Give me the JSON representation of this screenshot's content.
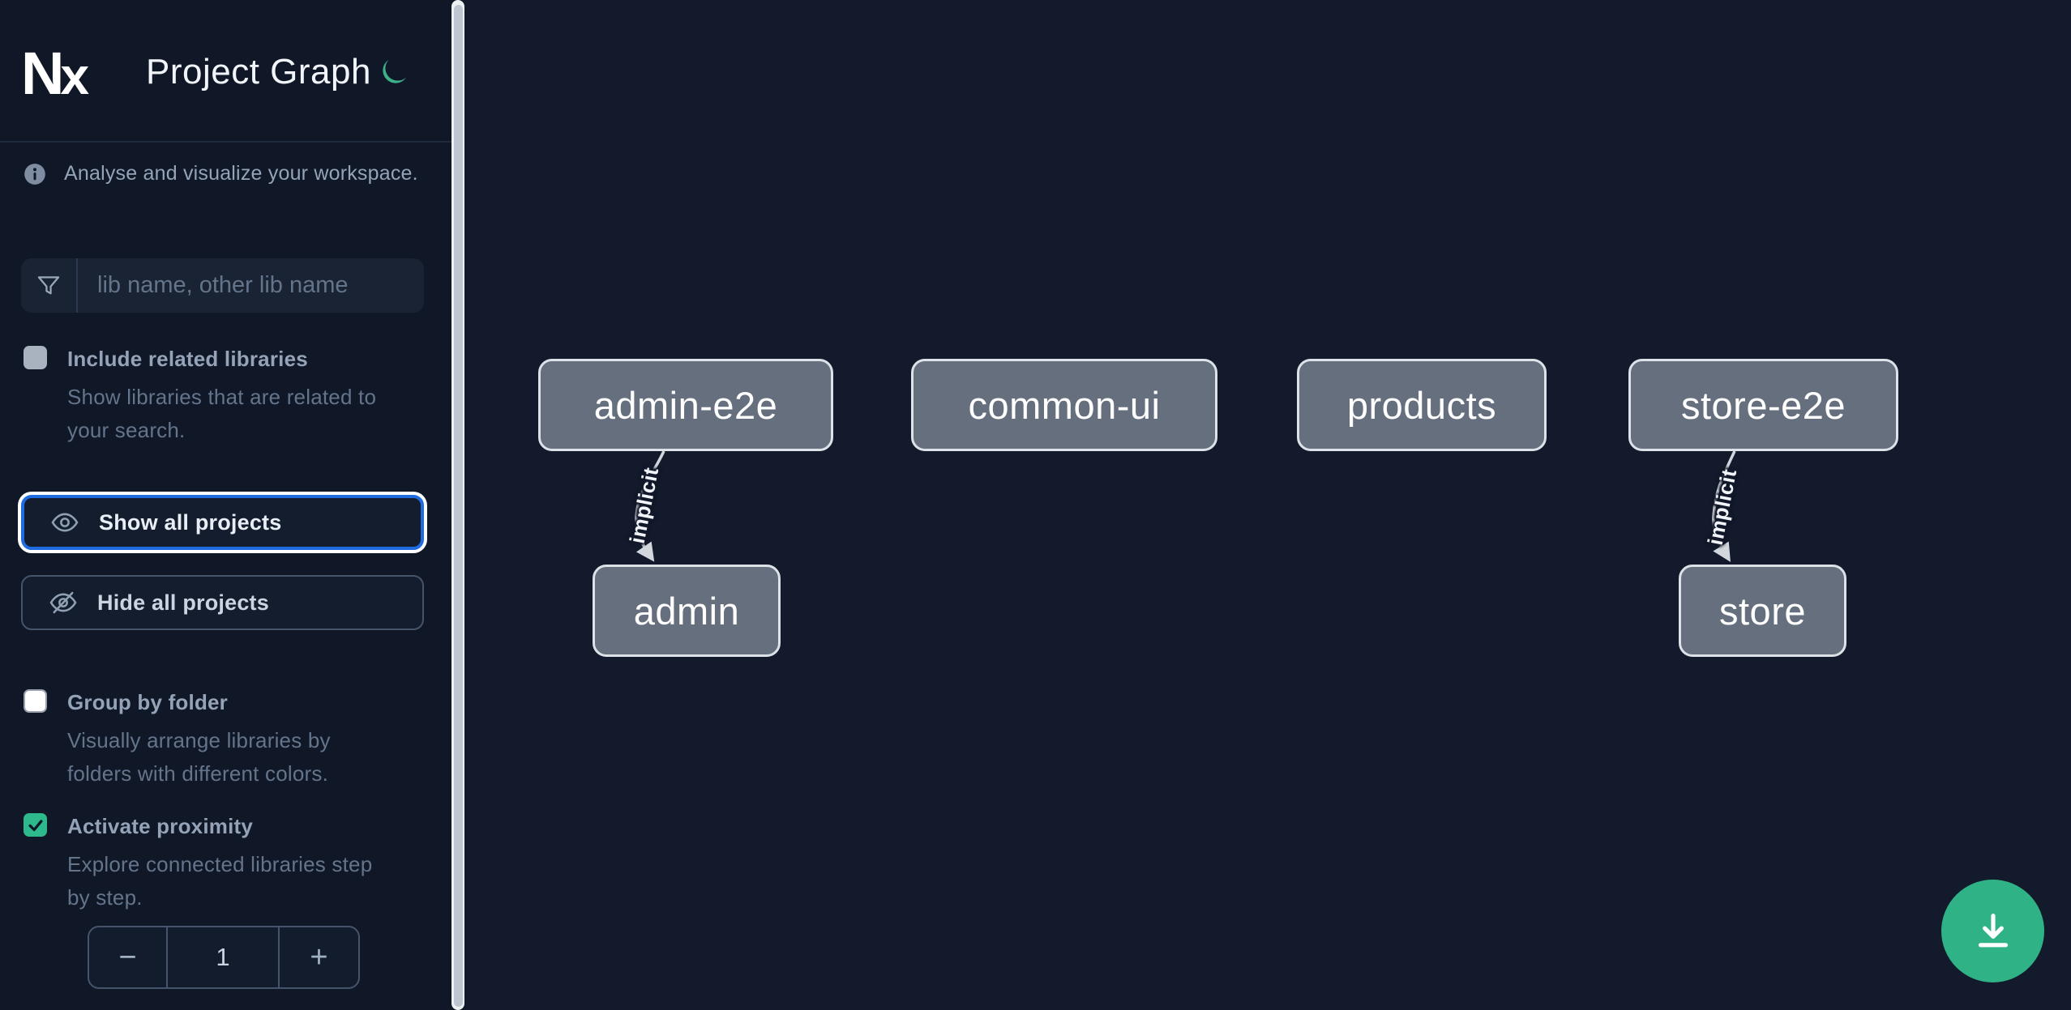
{
  "app": {
    "title": "Project Graph",
    "logo_text_n": "N",
    "logo_text_x": "x"
  },
  "theme": {
    "accent_green": "#30b287",
    "focus_blue": "#1f6be0",
    "node_fill": "#666f7e",
    "node_border": "#dde2e8",
    "edge_color": "#d2d7dd",
    "sidebar_bg": "#101828",
    "canvas_bg": "#131a2b"
  },
  "sidebar": {
    "tagline": "Analyse and visualize your workspace.",
    "search": {
      "placeholder": "lib name, other lib name",
      "icon": "funnel-icon"
    },
    "toggles": [
      {
        "label": "Include related libraries",
        "desc_lines": [
          "Show libraries that are related to",
          "your search."
        ],
        "checked": false
      },
      {
        "label": "Group by folder",
        "desc_lines": [
          "Visually arrange libraries by",
          "folders with different colors."
        ],
        "checked": false
      },
      {
        "label": "Activate proximity",
        "desc_lines": [
          "Explore connected libraries step",
          "by step."
        ],
        "checked": true
      }
    ],
    "buttons": [
      {
        "label": "Show all projects",
        "icon": "eye-icon",
        "focused": true
      },
      {
        "label": "Hide all projects",
        "icon": "eye-off-icon",
        "focused": false
      }
    ],
    "stepper": {
      "decrement_label": "−",
      "value": "1",
      "increment_label": "+"
    }
  },
  "graph": {
    "nodes": [
      {
        "label": "admin-e2e"
      },
      {
        "label": "common-ui"
      },
      {
        "label": "products"
      },
      {
        "label": "store-e2e"
      },
      {
        "label": "admin"
      },
      {
        "label": "store"
      }
    ],
    "edges": [
      {
        "from": "admin-e2e",
        "to": "admin",
        "label": "implicit"
      },
      {
        "from": "store-e2e",
        "to": "store",
        "label": "implicit"
      }
    ]
  },
  "fab": {
    "icon": "download-icon"
  }
}
